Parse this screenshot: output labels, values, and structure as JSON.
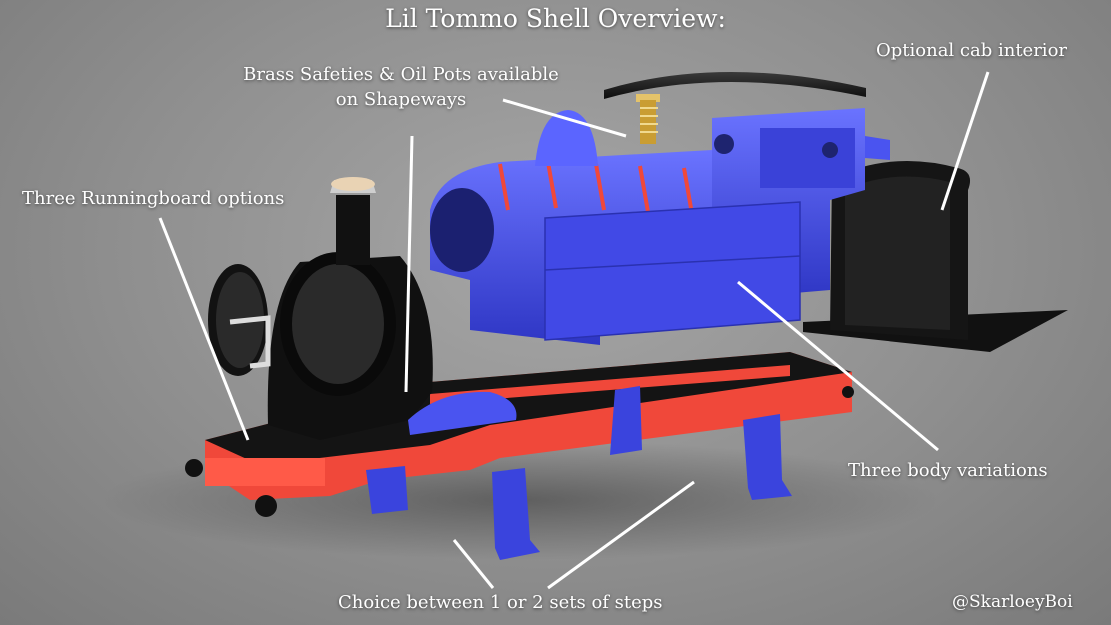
{
  "title": "Lil Tommo Shell Overview:",
  "annotations": {
    "brass_line1": "Brass Safeties & Oil Pots available",
    "brass_line2": "on Shapeways",
    "cab_interior": "Optional cab interior",
    "runningboard": "Three Runningboard options",
    "body_variations": "Three body variations",
    "steps": "Choice between 1 or 2 sets of steps"
  },
  "credit": "@SkarloeyBoi",
  "colors": {
    "body": "#4a54f0",
    "body_dark": "#2f37c9",
    "frame": "#f0483a",
    "black": "#111111",
    "brass": "#d8b04a",
    "label": "#ffffff"
  }
}
